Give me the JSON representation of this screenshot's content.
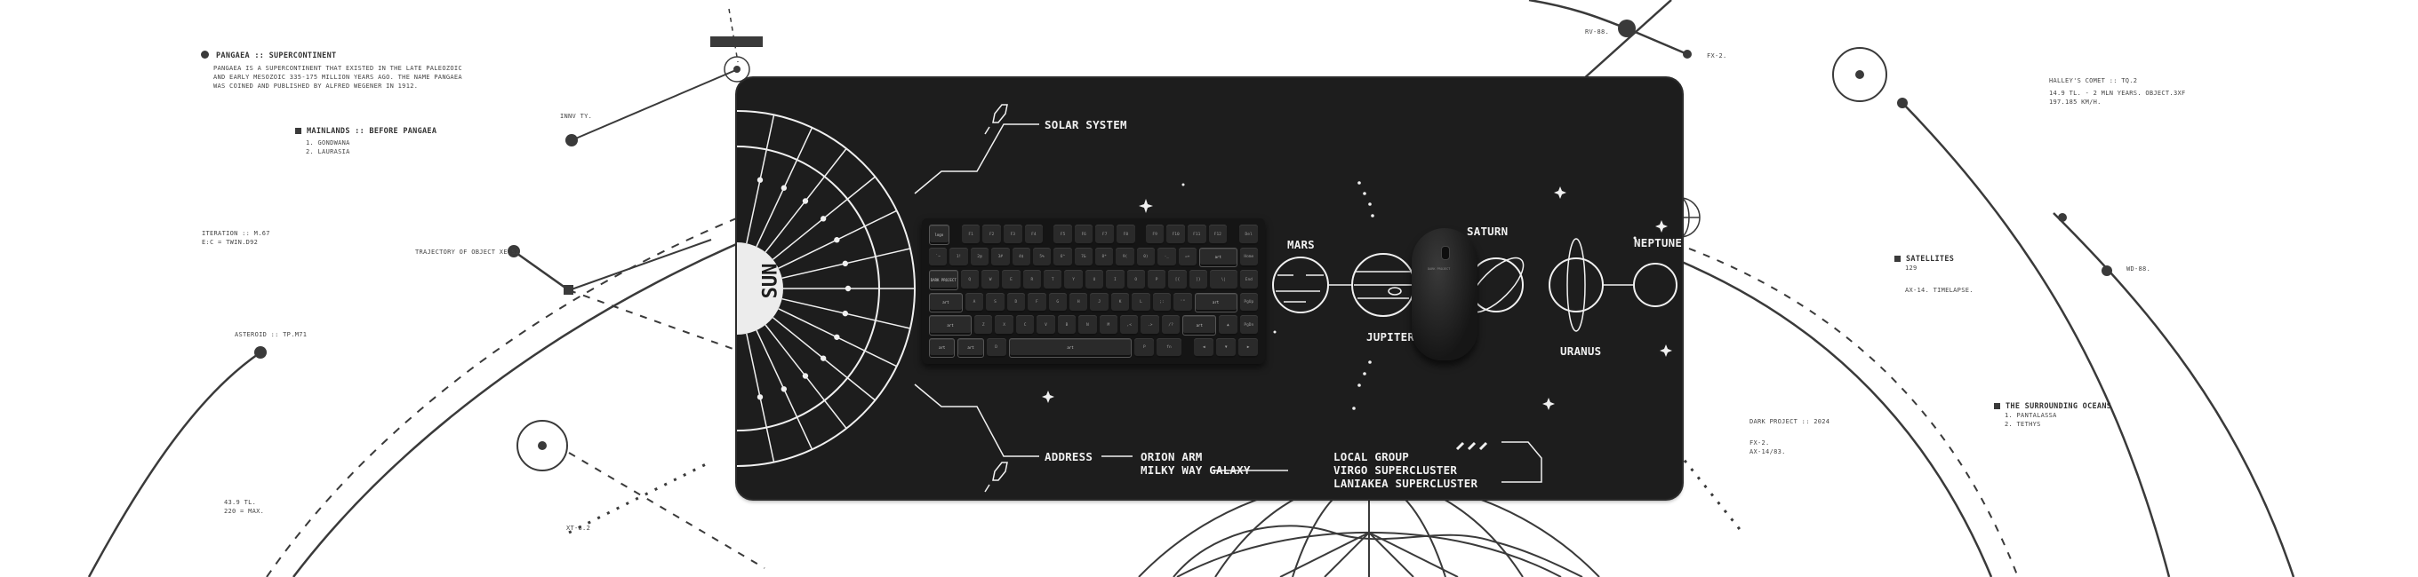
{
  "annotations": {
    "pangaea": {
      "title": "PANGAEA :: SUPERCONTINENT",
      "lines": [
        "PANGAEA IS A SUPERCONTINENT THAT EXISTED IN THE LATE PALEOZOIC",
        "AND EARLY MESOZOIC 335-175 MILLION YEARS AGO. THE NAME PANGAEA",
        "WAS COINED AND PUBLISHED BY ALFRED WEGENER IN 1912."
      ]
    },
    "mainlands": {
      "title": "MAINLANDS :: BEFORE PANGAEA",
      "items": [
        "1. GONDWANA",
        "2. LAURASIA"
      ]
    },
    "innv": "INNV TY.",
    "iteration": [
      "ITERATION :: M.67",
      "E:C = TWIN.D92"
    ],
    "trajectory": "TRAJECTORY OF OBJECT XE.S2",
    "asteroid": "ASTEROID :: TP.M71",
    "tl43": [
      "43.9 TL.",
      "220 = MAX."
    ],
    "xt": "XT-8.2",
    "rv": "RV-88.",
    "fx_top": "FX-2.",
    "halley": {
      "title": "HALLEY'S COMET :: TQ.2",
      "lines": [
        "14.9 TL. - 2 MLN YEARS. OBJECT.3XF",
        "197.185 KM/H."
      ]
    },
    "satellites": {
      "title": "SATELLITES",
      "count": "129",
      "note": "AX-14. TIMELAPSE."
    },
    "wd": "WD-88.",
    "dark_project": "DARK PROJECT :: 2024",
    "fx_bottom": [
      "FX-2.",
      "AX-14/83."
    ],
    "oceans": {
      "title": "THE SURROUNDING OCEANS",
      "items": [
        "1. PANTALASSA",
        "2. TETHYS"
      ]
    }
  },
  "mat": {
    "sun": "SUN",
    "solar_system": "SOLAR SYSTEM",
    "planets": {
      "mars": "MARS",
      "jupiter": "JUPITER",
      "saturn": "SATURN",
      "uranus": "URANUS",
      "neptune": "NEPTUNE"
    },
    "address": "ADDRESS",
    "address_lines_1": [
      "ORION ARM",
      "MILKY WAY GALAXY"
    ],
    "address_lines_2": [
      "LOCAL GROUP",
      "VIRGO SUPERCLUSTER",
      "LANIAKEA SUPERCLUSTER"
    ]
  },
  "keyboard": {
    "rows": [
      [
        "logo",
        "",
        "F1",
        "F2",
        "F3",
        "F4",
        "",
        "F5",
        "F6",
        "F7",
        "F8",
        "",
        "F9",
        "F10",
        "F11",
        "F12",
        "",
        "Del"
      ],
      [
        "`~",
        "1!",
        "2@",
        "3#",
        "4$",
        "5%",
        "6^",
        "7&",
        "8*",
        "9(",
        "0)",
        "-_",
        "=+",
        "art",
        "Home"
      ],
      [
        "DARK PROJECT",
        "Q",
        "W",
        "E",
        "R",
        "T",
        "Y",
        "U",
        "I",
        "O",
        "P",
        "[{",
        "]}",
        "\\|",
        "End"
      ],
      [
        "art",
        "A",
        "S",
        "D",
        "F",
        "G",
        "H",
        "J",
        "K",
        "L",
        ";:",
        "'\"",
        "art",
        "PgUp"
      ],
      [
        "art",
        "Z",
        "X",
        "C",
        "V",
        "B",
        "N",
        "M",
        ",<",
        ".>",
        "/?",
        "art",
        "▲",
        "PgDn"
      ],
      [
        "art",
        "art",
        "D",
        "art",
        "P",
        "fn",
        "",
        "◀",
        "▼",
        "▶"
      ]
    ]
  },
  "mouse": {
    "brand": "DARK PROJECT"
  },
  "colors": {
    "mat": "#1d1d1d",
    "ink": "#3a3a3a",
    "line": "#f0f0f0"
  }
}
